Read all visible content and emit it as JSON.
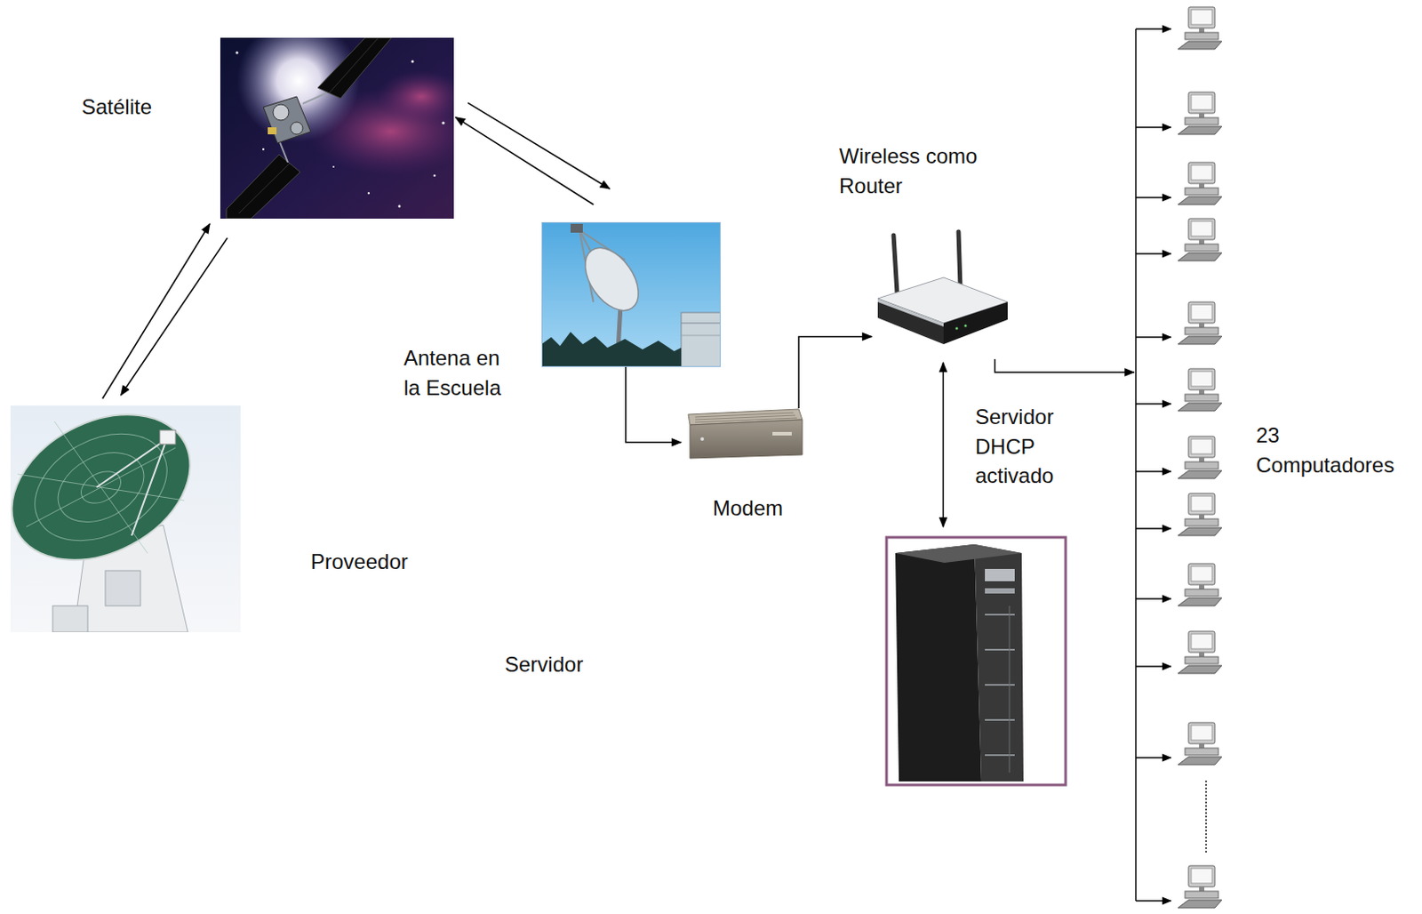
{
  "diagram": {
    "nodes": [
      {
        "text": [
          "Satélite"
        ]
      },
      {
        "text": [
          "Antena en la Escuela"
        ]
      },
      {
        "text": [
          "Proveedor"
        ]
      },
      {
        "text": [
          "Modem"
        ]
      },
      {
        "text": [
          "Wireless como Router"
        ]
      },
      {
        "text": [
          "Servidor"
        ]
      },
      {
        "text": [
          "23 Computadores"
        ]
      }
    ],
    "edges": [
      {
        "from": 2,
        "to": 0,
        "arrow": "to"
      },
      {
        "from": 0,
        "to": 2,
        "arrow": "to"
      },
      {
        "from": 0,
        "to": 1,
        "arrow": "to"
      },
      {
        "from": 1,
        "to": 0,
        "arrow": "to"
      },
      {
        "from": 1,
        "to": 3,
        "arrow": "to"
      },
      {
        "from": 3,
        "to": 4,
        "arrow": "to"
      },
      {
        "from": 4,
        "to": 5,
        "arrow": "both",
        "label": "Servidor DHCP activado"
      },
      {
        "from": 4,
        "to": 6,
        "arrow": "to"
      }
    ]
  }
}
